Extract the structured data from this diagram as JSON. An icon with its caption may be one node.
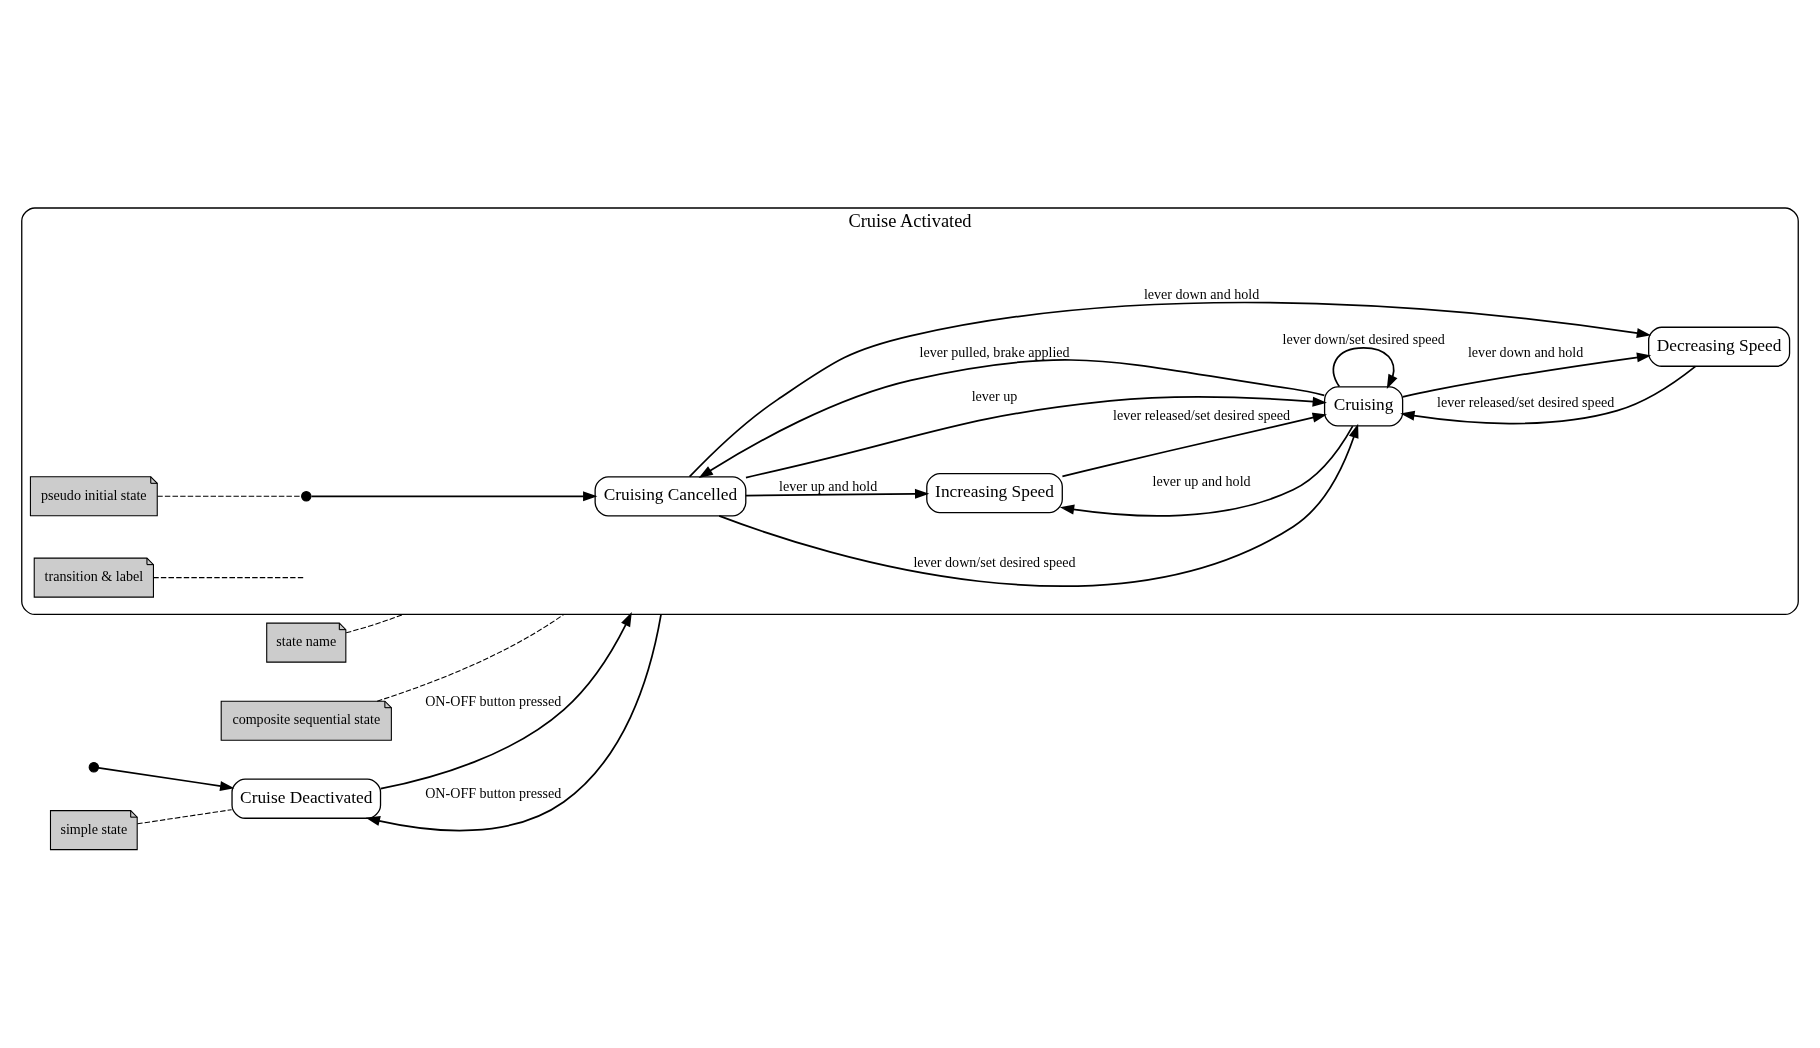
{
  "diagram": {
    "nodes": [
      {
        "text": [
          "Cruise Activated"
        ]
      },
      {
        "text": [
          "Cruise Deactivated"
        ]
      },
      {
        "text": [],
        "shape": "circle"
      },
      {
        "text": [
          "Cruising Cancelled"
        ],
        "in": 0
      },
      {
        "text": [
          "Increasing Speed"
        ],
        "in": 0
      },
      {
        "text": [
          "Cruising"
        ],
        "in": 0
      },
      {
        "text": [
          "Decreasing Speed"
        ],
        "in": 0
      },
      {
        "text": [],
        "shape": "circle",
        "in": 0
      },
      {
        "text": [
          "state name"
        ]
      },
      {
        "text": [
          "pseudo initial state"
        ],
        "in": 0
      },
      {
        "text": [
          "simple state"
        ]
      },
      {
        "text": [
          "transition & label"
        ],
        "in": 0
      },
      {
        "text": [
          "composite sequential state"
        ]
      }
    ],
    "edges": [
      {
        "from": 2,
        "to": 1,
        "arrow": "to"
      },
      {
        "from": 1,
        "to": 0,
        "arrow": "to",
        "label": "ON-OFF button pressed"
      },
      {
        "from": 0,
        "to": 1,
        "arrow": "to",
        "label": "ON-OFF button pressed"
      },
      {
        "from": 7,
        "to": 3,
        "arrow": "to"
      },
      {
        "from": 3,
        "to": 4,
        "arrow": "to",
        "label": "lever up and hold"
      },
      {
        "from": 3,
        "to": 5,
        "arrow": "to",
        "label": "lever down/set desired speed"
      },
      {
        "from": 3,
        "to": 5,
        "arrow": "to",
        "label": "lever up"
      },
      {
        "from": 3,
        "to": 6,
        "arrow": "to",
        "label": "lever down and hold"
      },
      {
        "from": 4,
        "to": 5,
        "arrow": "to",
        "label": "lever released/set desired speed"
      },
      {
        "from": 5,
        "to": 4,
        "arrow": "to",
        "label": "lever up and hold"
      },
      {
        "from": 5,
        "to": 3,
        "arrow": "to",
        "label": "lever pulled, brake applied"
      },
      {
        "from": 5,
        "to": 5,
        "arrow": "to",
        "label": "lever down/set desired speed"
      },
      {
        "from": 6,
        "to": 5,
        "arrow": "to",
        "label": "lever released/set desired speed"
      },
      {
        "from": 5,
        "to": 6,
        "arrow": "to",
        "label": "lever down and hold"
      },
      {
        "from": 8,
        "to": 0,
        "arrow": "none",
        "style": "dashed"
      },
      {
        "from": 9,
        "to": 7,
        "arrow": "none",
        "style": "dashed"
      },
      {
        "from": 10,
        "to": 1,
        "arrow": "none",
        "style": "dashed"
      },
      {
        "from": 11,
        "to": null,
        "arrow": "none",
        "style": "dashed"
      },
      {
        "from": 12,
        "to": 0,
        "arrow": "none",
        "style": "dashed"
      }
    ]
  }
}
